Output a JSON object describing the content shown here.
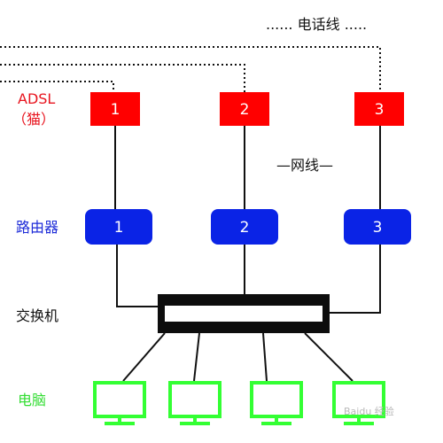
{
  "labels": {
    "phone_line": "...... 电话线 .....",
    "network_cable": "—网线—",
    "adsl": "ADSL",
    "adsl_cn": "（猫）",
    "router": "路由器",
    "switch": "交换机",
    "computer": "电脑"
  },
  "adsl_modems": [
    "1",
    "2",
    "3"
  ],
  "routers": [
    "1",
    "2",
    "3"
  ],
  "computers_count": 4,
  "watermark": "Baidu 经验",
  "colors": {
    "adsl": "#ff0000",
    "adsl_label": "#e8141e",
    "router": "#0a23e6",
    "router_label": "#1d2bd8",
    "computer": "#33ff33",
    "computer_label": "#33dd33",
    "line": "#111111"
  }
}
